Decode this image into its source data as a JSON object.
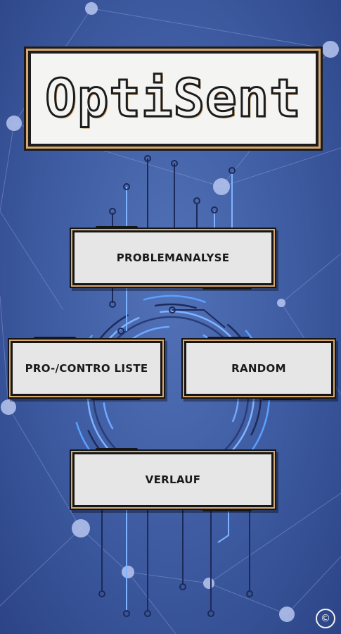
{
  "app": {
    "logo_text": "OptiSent"
  },
  "menu": {
    "problemanalyse": "PROBLEMANALYSE",
    "procontra": "PRO-/CONTRO LISTE",
    "random": "RANDOM",
    "verlauf": "VERLAUF"
  },
  "footer": {
    "copyright": "©"
  },
  "colors": {
    "background": "#4565ad",
    "button_fill": "#e6e6e6",
    "button_accent": "#d9a86e",
    "circuit_light": "#8ab8ff",
    "circuit_dark": "#1c2a5a"
  }
}
